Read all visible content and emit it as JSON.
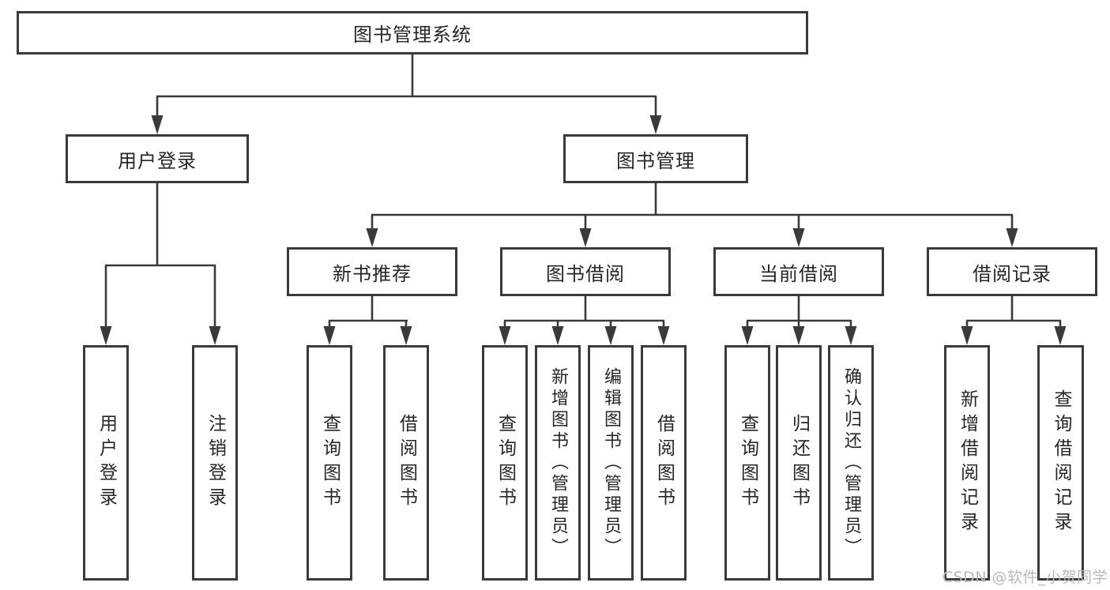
{
  "diagram": {
    "root": {
      "label": "图书管理系统"
    },
    "level2": [
      {
        "label": "用户登录"
      },
      {
        "label": "图书管理"
      }
    ],
    "level3": [
      {
        "label": "新书推荐"
      },
      {
        "label": "图书借阅"
      },
      {
        "label": "当前借阅"
      },
      {
        "label": "借阅记录"
      }
    ],
    "leaves": {
      "user_login": [
        {
          "label": "用户登录"
        },
        {
          "label": "注销登录"
        }
      ],
      "new_books": [
        {
          "label": "查询图书"
        },
        {
          "label": "借阅图书"
        }
      ],
      "book_borrow": [
        {
          "label": "查询图书"
        },
        {
          "label": "新增图书（管理员）"
        },
        {
          "label": "编辑图书（管理员）"
        },
        {
          "label": "借阅图书"
        }
      ],
      "current_borrow": [
        {
          "label": "查询图书"
        },
        {
          "label": "归还图书"
        },
        {
          "label": "确认归还（管理员）"
        }
      ],
      "borrow_records": [
        {
          "label": "新增借阅记录"
        },
        {
          "label": "查询借阅记录"
        }
      ]
    }
  },
  "watermark": {
    "text": "CSDN @软件_小贺同学"
  },
  "colors": {
    "line": "#3a3a3a",
    "border": "#3a3a3a",
    "text": "#262626",
    "watermark": "#b9b9b9",
    "background": "#ffffff"
  }
}
